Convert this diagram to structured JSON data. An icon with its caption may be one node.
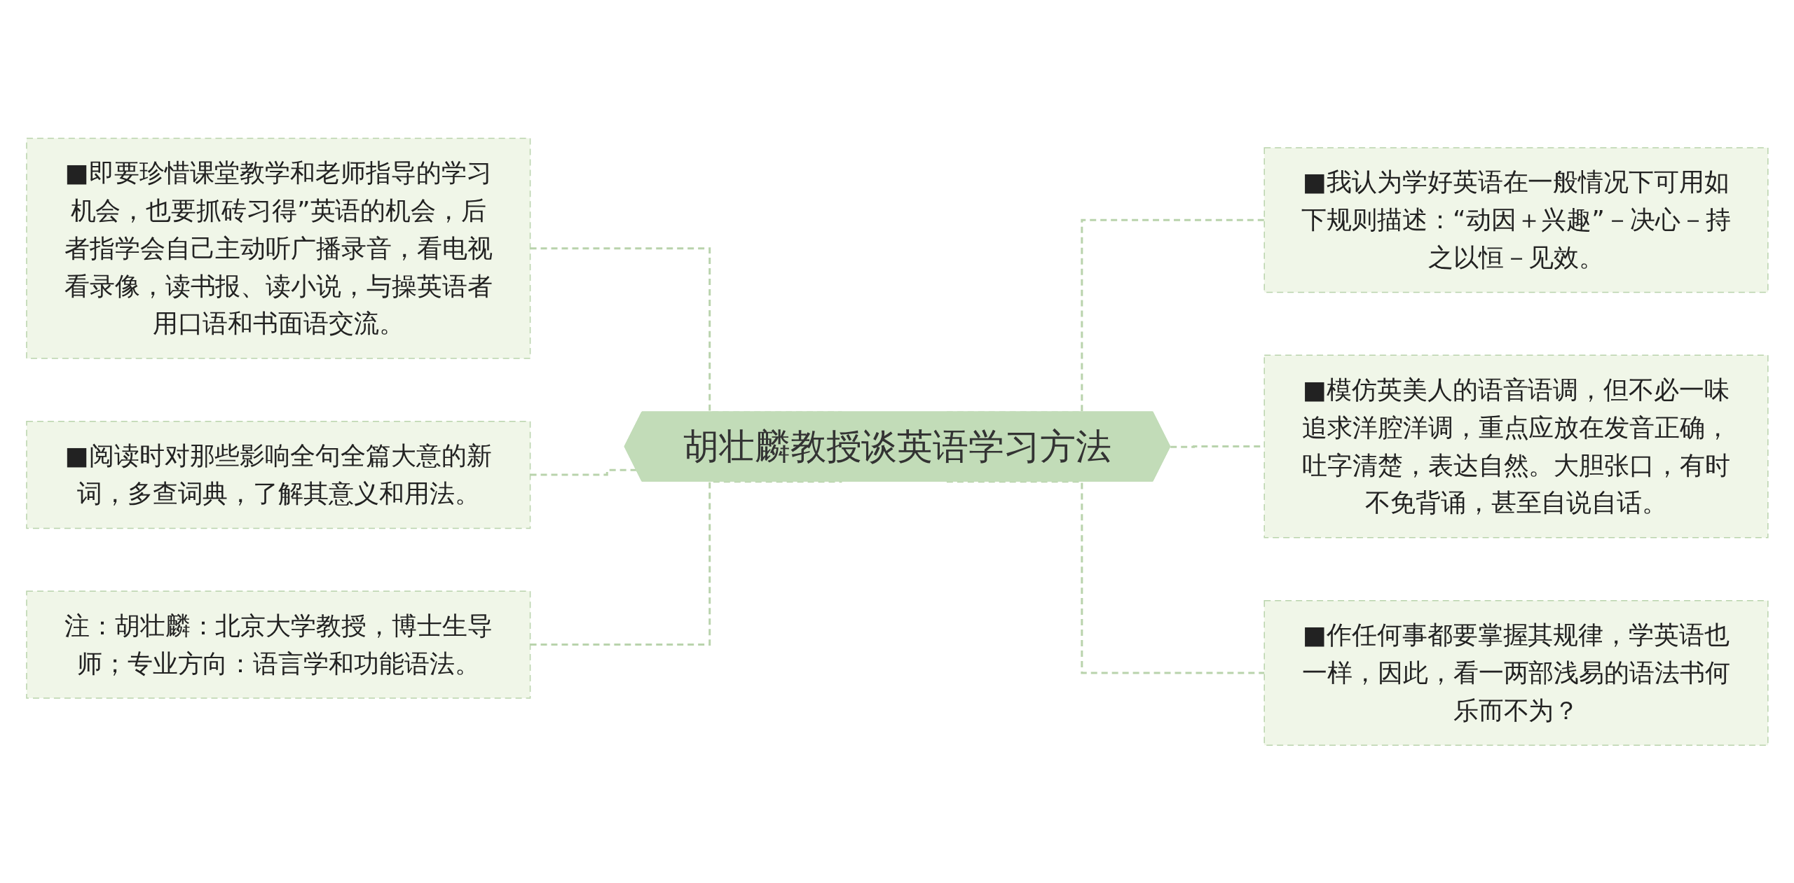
{
  "diagram": {
    "nodes": [
      {
        "text": [
          "胡壮麟教授谈英语学习方法"
        ]
      },
      {
        "text": [
          "■即要珍惜课堂教学和老师指导的学习机会，也要抓砖习得”英语的机会，后者指学会自己主动听广播录音，看电视看录像，读书报、读小说，与操英语者用口语和书面语交流。"
        ]
      },
      {
        "text": [
          "■阅读时对那些影响全句全篇大意的新词，多查词典，了解其意义和用法。"
        ]
      },
      {
        "text": [
          "注：胡壮麟：北京大学教授，博士生导师；专业方向：语言学和功能语法。"
        ]
      },
      {
        "text": [
          "■我认为学好英语在一般情况下可用如下规则描述：“动因＋兴趣”－决心－持之以恒－见效。"
        ]
      },
      {
        "text": [
          "■模仿英美人的语音语调，但不必一味追求洋腔洋调，重点应放在发音正确，吐字清楚，表达自然。大胆张口，有时不免背诵，甚至自说自话。"
        ]
      },
      {
        "text": [
          "■作任何事都要掌握其规律，学英语也一样，因此，看一两部浅易的语法书何乐而不为？"
        ]
      }
    ],
    "edges": [
      {
        "from": 1,
        "to": 0,
        "arrow": "none",
        "style": "dashed"
      },
      {
        "from": 2,
        "to": 0,
        "arrow": "none",
        "style": "dashed"
      },
      {
        "from": 3,
        "to": 0,
        "arrow": "none",
        "style": "dashed"
      },
      {
        "from": 0,
        "to": 4,
        "arrow": "none",
        "style": "dashed"
      },
      {
        "from": 0,
        "to": 5,
        "arrow": "none",
        "style": "dashed"
      },
      {
        "from": 0,
        "to": 6,
        "arrow": "none",
        "style": "dashed"
      }
    ]
  }
}
